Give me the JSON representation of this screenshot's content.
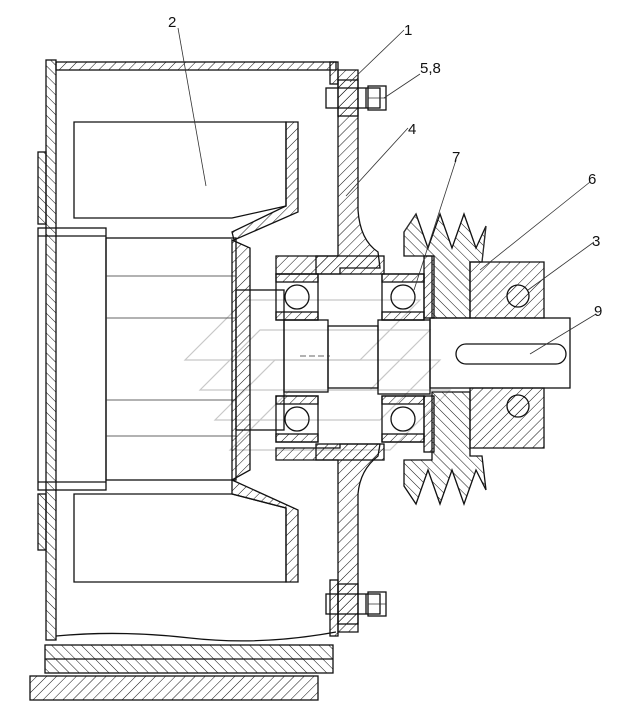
{
  "diagram": {
    "callouts": [
      {
        "id": "c1",
        "text": "1"
      },
      {
        "id": "c2",
        "text": "2"
      },
      {
        "id": "c3",
        "text": "3"
      },
      {
        "id": "c4",
        "text": "4"
      },
      {
        "id": "c58",
        "text": "5,8"
      },
      {
        "id": "c6",
        "text": "6"
      },
      {
        "id": "c7",
        "text": "7"
      },
      {
        "id": "c9",
        "text": "9"
      }
    ]
  }
}
